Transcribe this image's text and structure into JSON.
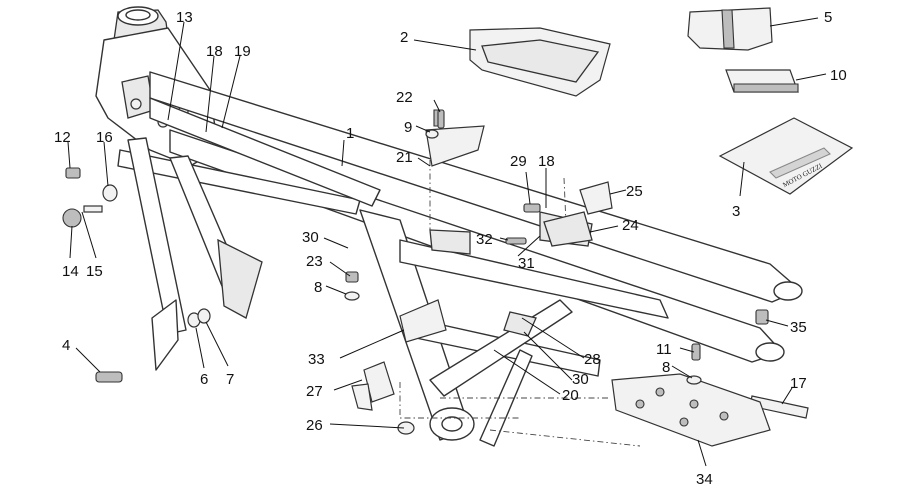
{
  "callouts": [
    {
      "id": "c1",
      "text": "1"
    },
    {
      "id": "c2",
      "text": "2"
    },
    {
      "id": "c3",
      "text": "3"
    },
    {
      "id": "c4",
      "text": "4"
    },
    {
      "id": "c5",
      "text": "5"
    },
    {
      "id": "c6",
      "text": "6"
    },
    {
      "id": "c7",
      "text": "7"
    },
    {
      "id": "c8a",
      "text": "8"
    },
    {
      "id": "c8b",
      "text": "8"
    },
    {
      "id": "c9",
      "text": "9"
    },
    {
      "id": "c10",
      "text": "10"
    },
    {
      "id": "c11",
      "text": "11"
    },
    {
      "id": "c12",
      "text": "12"
    },
    {
      "id": "c13",
      "text": "13"
    },
    {
      "id": "c14",
      "text": "14"
    },
    {
      "id": "c15",
      "text": "15"
    },
    {
      "id": "c16",
      "text": "16"
    },
    {
      "id": "c17",
      "text": "17"
    },
    {
      "id": "c18a",
      "text": "18"
    },
    {
      "id": "c18b",
      "text": "18"
    },
    {
      "id": "c19",
      "text": "19"
    },
    {
      "id": "c20",
      "text": "20"
    },
    {
      "id": "c21",
      "text": "21"
    },
    {
      "id": "c22",
      "text": "22"
    },
    {
      "id": "c23",
      "text": "23"
    },
    {
      "id": "c24",
      "text": "24"
    },
    {
      "id": "c25",
      "text": "25"
    },
    {
      "id": "c26",
      "text": "26"
    },
    {
      "id": "c27",
      "text": "27"
    },
    {
      "id": "c28",
      "text": "28"
    },
    {
      "id": "c29",
      "text": "29"
    },
    {
      "id": "c30a",
      "text": "30"
    },
    {
      "id": "c30b",
      "text": "30"
    },
    {
      "id": "c31",
      "text": "31"
    },
    {
      "id": "c32",
      "text": "32"
    },
    {
      "id": "c33",
      "text": "33"
    },
    {
      "id": "c34",
      "text": "34"
    },
    {
      "id": "c35",
      "text": "35"
    }
  ],
  "logo_text": "MOTO GUZZI"
}
